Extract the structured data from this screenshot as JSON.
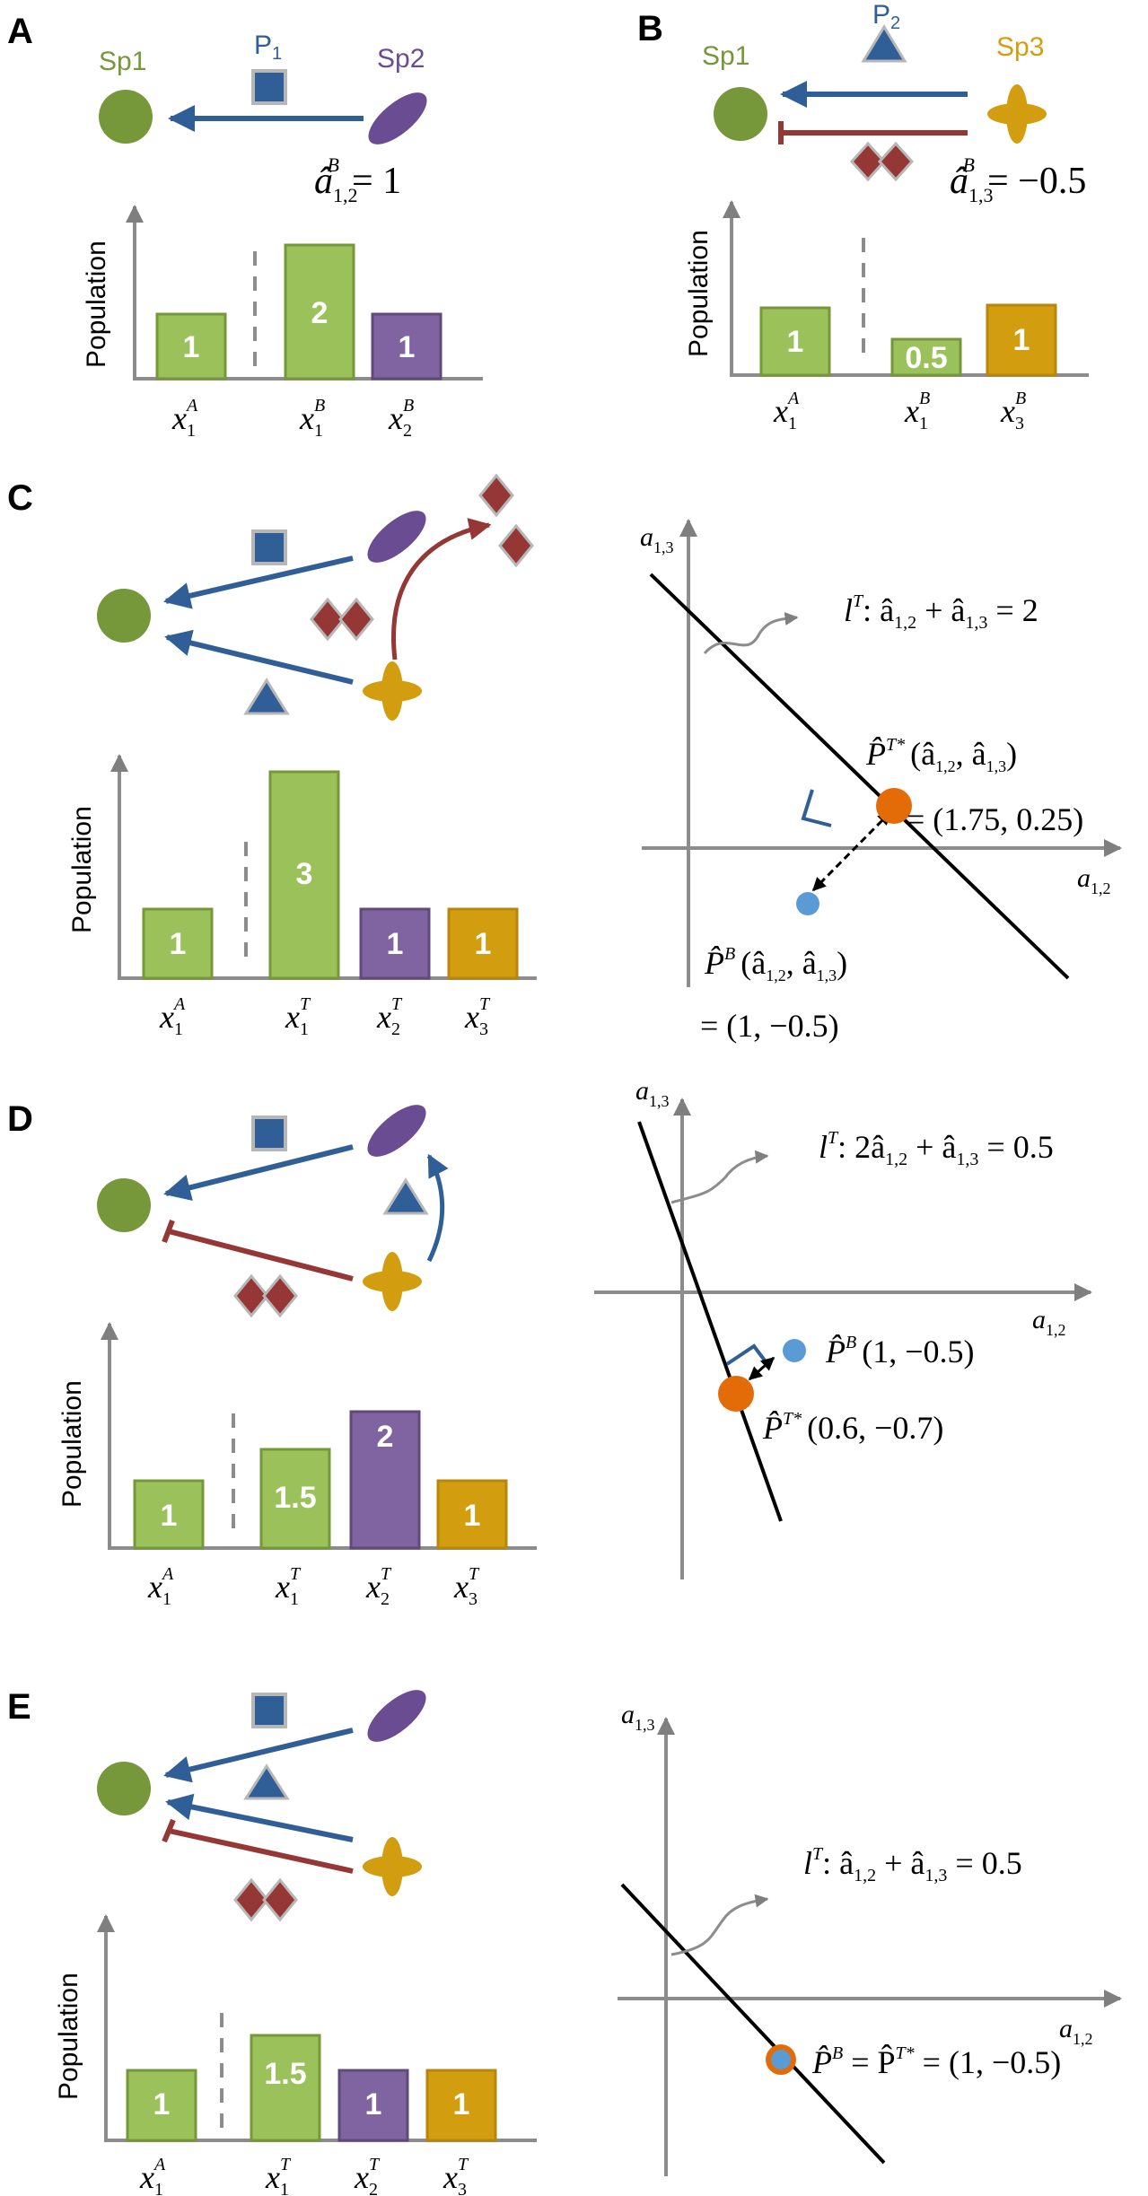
{
  "colors": {
    "sp1": "#76973a",
    "sp2": "#6a4c93",
    "sp3": "#d29e10",
    "bar_green": "#9bc25a",
    "bar_purple": "#8064a2",
    "bar_gold": "#d29e10",
    "arrow_blue": "#2f5f96",
    "inhibit_red": "#953735",
    "point_orange": "#e36c09",
    "point_blue": "#5b9bd5"
  },
  "panels": {
    "A": {
      "label": "A",
      "sp1": "Sp1",
      "sp2": "Sp2",
      "p_label": "P",
      "p_sub": "1",
      "coef": "â",
      "coef_sub": "1,2",
      "coef_sup": "B",
      "coef_rhs": "= 1",
      "ylabel": "Population",
      "bars": [
        {
          "value": "1",
          "x": "x",
          "sub": "1",
          "sup": "A"
        },
        {
          "value": "2",
          "x": "x",
          "sub": "1",
          "sup": "B"
        },
        {
          "value": "1",
          "x": "x",
          "sub": "2",
          "sup": "B"
        }
      ]
    },
    "B": {
      "label": "B",
      "sp1": "Sp1",
      "sp3": "Sp3",
      "p_label": "P",
      "p_sub": "2",
      "coef": "â",
      "coef_sub": "1,3",
      "coef_sup": "B",
      "coef_rhs": "= −0.5",
      "ylabel": "Population",
      "bars": [
        {
          "value": "1",
          "x": "x",
          "sub": "1",
          "sup": "A"
        },
        {
          "value": "0.5",
          "x": "x",
          "sub": "1",
          "sup": "B"
        },
        {
          "value": "1",
          "x": "x",
          "sub": "3",
          "sup": "B"
        }
      ]
    },
    "C": {
      "label": "C",
      "ylabel": "Population",
      "bars": [
        {
          "value": "1",
          "x": "x",
          "sub": "1",
          "sup": "A"
        },
        {
          "value": "3",
          "x": "x",
          "sub": "1",
          "sup": "T"
        },
        {
          "value": "1",
          "x": "x",
          "sub": "2",
          "sup": "T"
        },
        {
          "value": "1",
          "x": "x",
          "sub": "3",
          "sup": "T"
        }
      ],
      "plot": {
        "y_axis": "a",
        "y_sub": "1,3",
        "x_axis": "a",
        "x_sub": "1,2",
        "line_eq_lhs": "l",
        "line_eq_sup": "T",
        "line_eq_rhs": ": â",
        "line_eq_mid": " + â",
        "line_eq_end": " = 2",
        "pt_star": "P̂",
        "pt_star_sup": "T*",
        "pt_star_args": "(â",
        "pt_star_value": "= (1.75, 0.25)",
        "pt_b": "P̂",
        "pt_b_sup": "B",
        "pt_b_args": "(â",
        "pt_b_value": "= (1, −0.5)"
      }
    },
    "D": {
      "label": "D",
      "ylabel": "Population",
      "bars": [
        {
          "value": "1",
          "x": "x",
          "sub": "1",
          "sup": "A"
        },
        {
          "value": "1.5",
          "x": "x",
          "sub": "1",
          "sup": "T"
        },
        {
          "value": "2",
          "x": "x",
          "sub": "2",
          "sup": "T"
        },
        {
          "value": "1",
          "x": "x",
          "sub": "3",
          "sup": "T"
        }
      ],
      "plot": {
        "y_axis": "a",
        "y_sub": "1,3",
        "x_axis": "a",
        "x_sub": "1,2",
        "line_eq": "l",
        "line_eq_sup": "T",
        "line_eq_rhs": ": 2â",
        "line_eq_mid": " + â",
        "line_eq_end": " = 0.5",
        "pt_b": "P̂",
        "pt_b_sup": "B",
        "pt_b_value": "(1, −0.5)",
        "pt_star": "P̂",
        "pt_star_sup": "T*",
        "pt_star_value": "(0.6, −0.7)"
      }
    },
    "E": {
      "label": "E",
      "ylabel": "Population",
      "bars": [
        {
          "value": "1",
          "x": "x",
          "sub": "1",
          "sup": "A"
        },
        {
          "value": "1.5",
          "x": "x",
          "sub": "1",
          "sup": "T"
        },
        {
          "value": "1",
          "x": "x",
          "sub": "2",
          "sup": "T"
        },
        {
          "value": "1",
          "x": "x",
          "sub": "3",
          "sup": "T"
        }
      ],
      "plot": {
        "y_axis": "a",
        "y_sub": "1,3",
        "x_axis": "a",
        "x_sub": "1,2",
        "line_eq": "l",
        "line_eq_sup": "T",
        "line_eq_rhs": ": â",
        "line_eq_mid": " + â",
        "line_eq_end": " = 0.5",
        "pt_eq": "P̂",
        "pt_eq_sup": "B",
        "pt_eq_mid": " = P̂",
        "pt_eq_sup2": "T*",
        "pt_eq_value": " = (1, −0.5)"
      }
    }
  }
}
